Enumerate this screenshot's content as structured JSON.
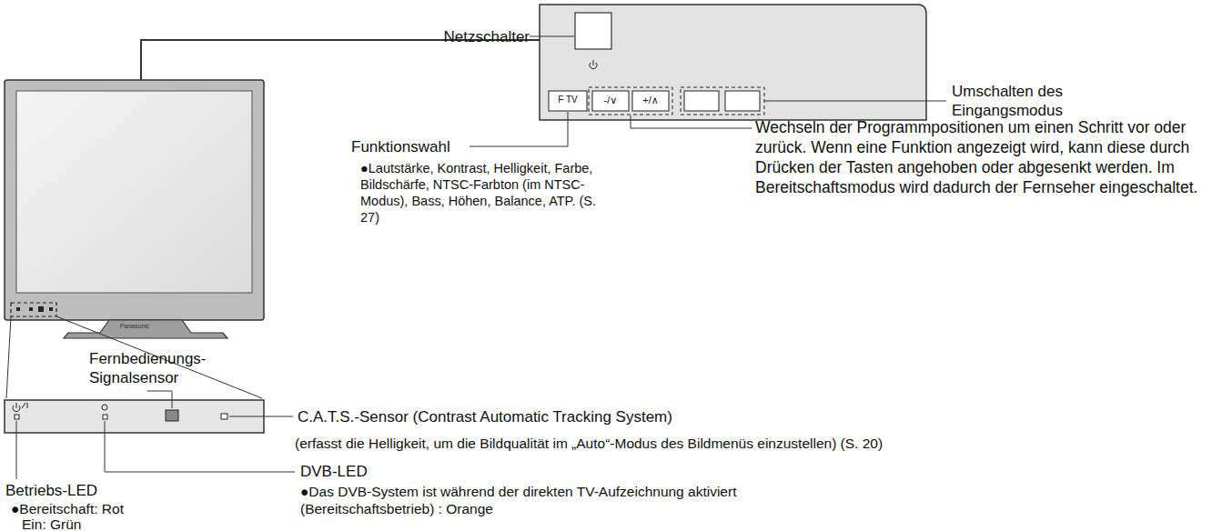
{
  "diagram": {
    "labels": [
      "Netzschalter",
      "F TV",
      "-/∨",
      "+/∧",
      "Umschalten des Eingangsmodus",
      "Funktionswahl",
      "●Lautstärke, Kontrast, Helligkeit, Farbe, Bildschärfe, NTSC-Farbton (im NTSC-Modus), Bass, Höhen, Balance, ATP. (S. 27)",
      "Wechseln der Programmpositionen um einen Schritt vor oder zurück. Wenn eine Funktion angezeigt wird, kann diese durch Drücken der Tasten angehoben oder abgesenkt werden. Im Bereitschaftsmodus wird dadurch der Fernseher eingeschaltet.",
      "Panasonic",
      "Fernbedienungs- Signalsensor",
      "C.A.T.S.-Sensor (Contrast Automatic Tracking System)",
      "(erfasst die Helligkeit, um die Bildqualität im „Auto“-Modus des Bildmenüs einzustellen) (S. 20)",
      "DVB-LED",
      "●Das DVB-System ist während der direkten TV-Aufzeichnung aktiviert (Bereitschaftsbetrieb) : Orange",
      "Betriebs-LED",
      "●Bereitschaft: Rot",
      "Ein: Grün"
    ]
  }
}
